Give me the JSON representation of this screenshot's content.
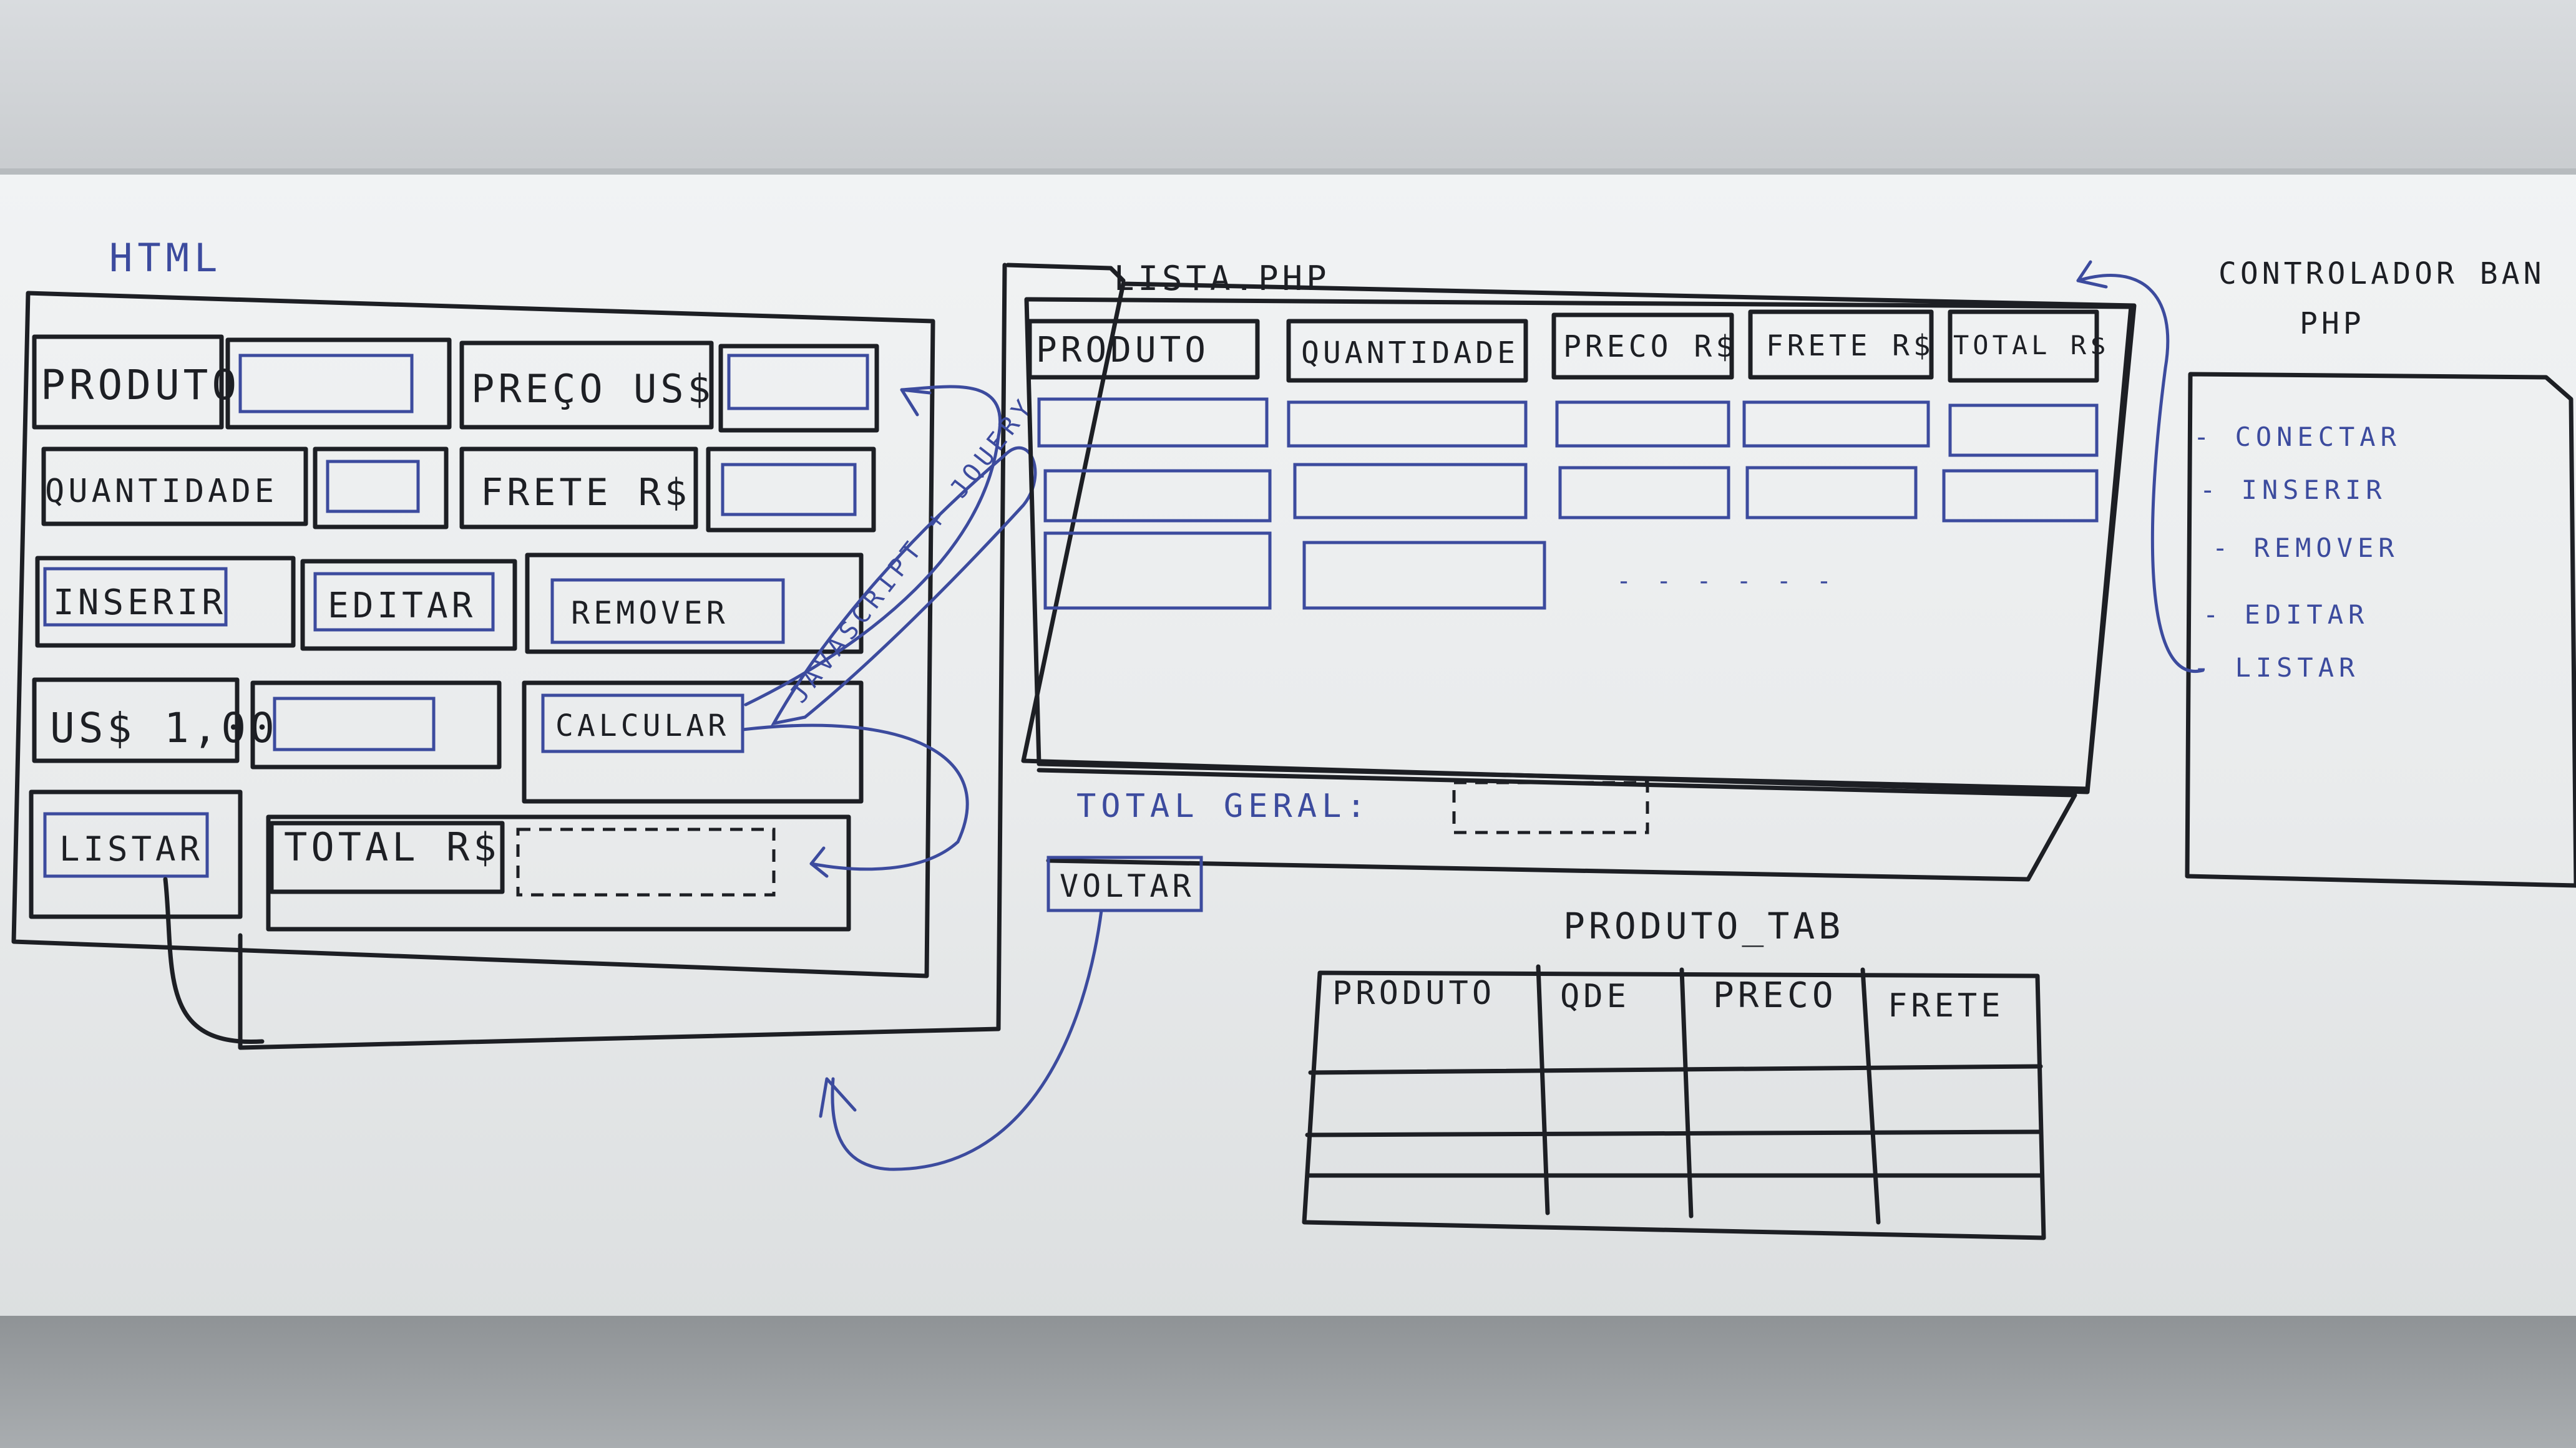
{
  "html_form": {
    "title": "HTML",
    "produto_label": "PRODUTO",
    "preco_label": "PREÇO US$",
    "quantidade_label": "QUANTIDADE",
    "frete_label": "FRETE R$",
    "inserir_button": "INSERIR",
    "editar_button": "EDITAR",
    "remover_button": "REMOVER",
    "dollar_label": "US$ 1,00",
    "calcular_button": "CALCULAR",
    "listar_button": "LISTAR",
    "total_label": "TOTAL R$",
    "annotation": "JAVASCRIPT + JQUERY"
  },
  "lista_php": {
    "title": "LISTA.PHP",
    "columns": [
      "PRODUTO",
      "QUANTIDADE",
      "PRECO R$",
      "FRETE R$",
      "TOTAL R$"
    ],
    "ellipsis": "- - - - - -",
    "total_geral_label": "TOTAL GERAL:",
    "voltar_button": "VOLTAR"
  },
  "controlador": {
    "title": "CONTROLADOR BAN",
    "subtitle": "PHP",
    "items": [
      "- CONECTAR",
      "- INSERIR",
      "- REMOVER",
      "- EDITAR",
      "- LISTAR"
    ]
  },
  "produto_tab": {
    "title": "PRODUTO_TAB",
    "columns": [
      "PRODUTO",
      "QDE",
      "PRECO",
      "FRETE"
    ]
  },
  "colors": {
    "black_marker": "#1d1f24",
    "blue_marker": "#3c4b9e",
    "board": "#eceeef"
  }
}
